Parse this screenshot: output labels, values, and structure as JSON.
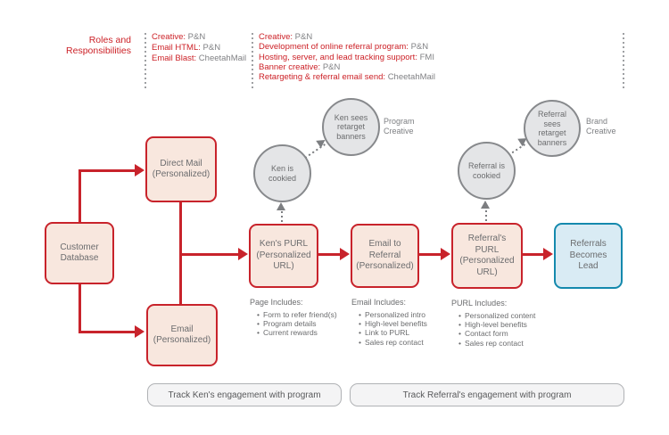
{
  "palette": {
    "accent_red": "#c8232b",
    "red_text": "#cc2127",
    "box_fill_peach": "#f8e7de",
    "lead_border_blue": "#1489ad",
    "lead_fill_blue": "#d9ebf4",
    "circle_fill_gray": "#e4e5e7",
    "circle_border_gray": "#87898c",
    "text_gray": "#6b6c6e"
  },
  "legend": {
    "title": "Roles and\nResponsibilities",
    "columns": [
      {
        "rows": [
          {
            "label": "Creative:",
            "value": "P&N"
          },
          {
            "label": "Email HTML:",
            "value": "P&N"
          },
          {
            "label": "Email Blast:",
            "value": "CheetahMail"
          }
        ]
      },
      {
        "rows": [
          {
            "label": "Creative:",
            "value": "P&N"
          },
          {
            "label": "Development of online referral program:",
            "value": "P&N"
          },
          {
            "label": "Hosting, server, and lead tracking support:",
            "value": "FMI"
          },
          {
            "label": "Banner creative:",
            "value": "P&N"
          },
          {
            "label": "Retargeting & referral email send:",
            "value": "CheetahMail"
          }
        ]
      }
    ]
  },
  "flow": {
    "customer_database": {
      "title": "Customer\nDatabase"
    },
    "direct_mail": {
      "title": "Direct Mail",
      "subtitle": "(Personalized)"
    },
    "email": {
      "title": "Email",
      "subtitle": "(Personalized)"
    },
    "kens_purl": {
      "title": "Ken's PURL",
      "subtitle": "(Personalized\nURL)"
    },
    "email_to_referral": {
      "title": "Email to\nReferral",
      "subtitle": "(Personalized)"
    },
    "referrals_purl": {
      "title": "Referral's\nPURL",
      "subtitle": "(Personalized\nURL)"
    },
    "referrals_becomes_lead": {
      "title": "Referrals\nBecomes\nLead"
    }
  },
  "retarget": {
    "ken_cookied": "Ken is\ncookied",
    "ken_banners": "Ken sees\nretarget\nbanners",
    "ken_banner_note": "Program\nCreative",
    "referral_cookied": "Referral is\ncookied",
    "referral_banners": "Referral\nsees\nretarget\nbanners",
    "referral_banner_note": "Brand\nCreative"
  },
  "details": {
    "page": {
      "heading": "Page Includes:",
      "items": [
        "Form to refer friend(s)",
        "Program details",
        "Current rewards"
      ]
    },
    "email": {
      "heading": "Email Includes:",
      "items": [
        "Personalized intro",
        "High-level benefits",
        "Link to PURL",
        "Sales rep contact"
      ]
    },
    "purl": {
      "heading": "PURL Includes:",
      "items": [
        "Personalized content",
        "High-level benefits",
        "Contact form",
        "Sales rep contact"
      ]
    }
  },
  "trackers": {
    "ken": "Track Ken's engagement with program",
    "referral": "Track Referral's engagement with program"
  }
}
